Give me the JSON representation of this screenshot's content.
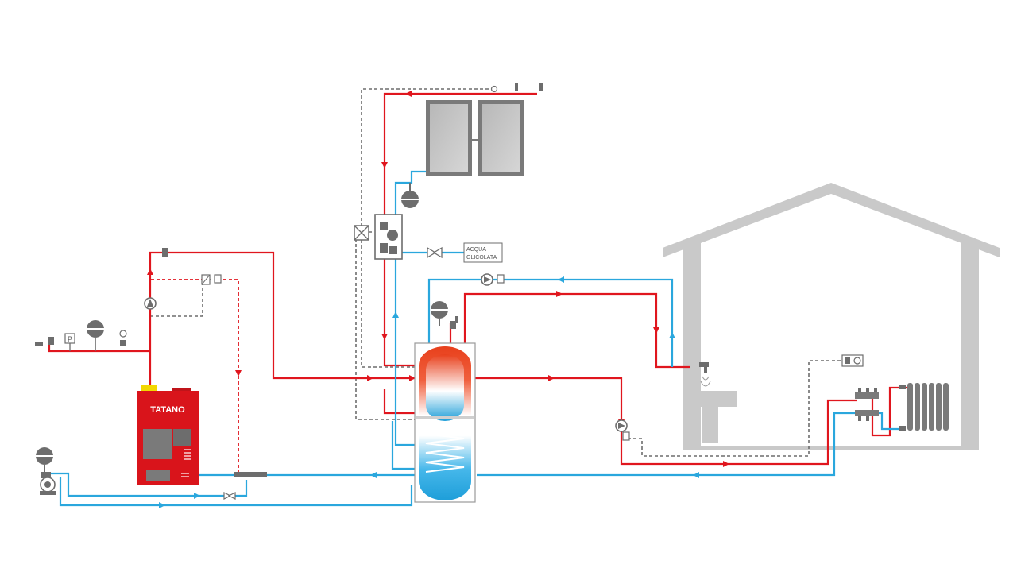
{
  "boiler": {
    "brand": "TATANO",
    "color": "#d9141b"
  },
  "labels": {
    "glycol_water": "ACQUA\nGLICOLATA",
    "pressure_gauge": "P"
  },
  "colors": {
    "hot_line": "#e0161e",
    "cold_line": "#2aa7dd",
    "control_line": "#6d6d6d",
    "house": "#c9c9c9"
  },
  "icons": [
    "solar-collector-icon",
    "expansion-vessel-icon",
    "pump-icon",
    "valve-icon",
    "thermostat-icon",
    "radiator-icon",
    "tap-icon",
    "manifold-icon"
  ]
}
